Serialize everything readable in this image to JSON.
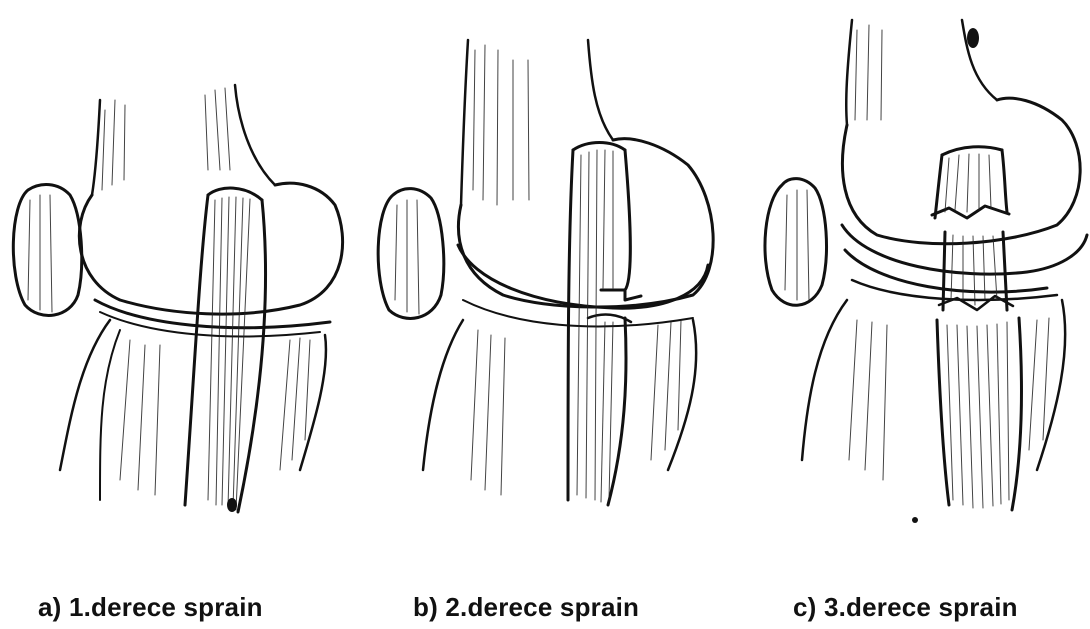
{
  "panels": [
    {
      "id": "a",
      "caption": "a) 1.derece sprain",
      "icon": "knee-ligament-grade1-illustration"
    },
    {
      "id": "b",
      "caption": "b) 2.derece sprain",
      "icon": "knee-ligament-grade2-illustration"
    },
    {
      "id": "c",
      "caption": "c) 3.derece sprain",
      "icon": "knee-ligament-grade3-illustration"
    }
  ],
  "colors": {
    "ink": "#111111",
    "paper": "#ffffff"
  }
}
